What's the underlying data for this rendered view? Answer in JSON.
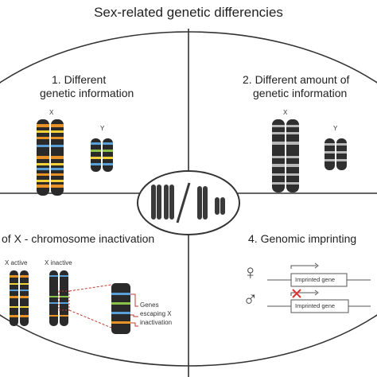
{
  "title": "Sex-related genetic differencies",
  "q1": {
    "line1": "1. Different",
    "line2": "genetic information",
    "x_label": "X",
    "y_label": "Y"
  },
  "q2": {
    "line1": "2. Different amount of",
    "line2": "genetic information",
    "x_label": "X",
    "y_label": "Y"
  },
  "q3": {
    "heading": "of X - chromosome inactivation",
    "x_active": "X active",
    "x_inactive": "X inactive",
    "escape_1": "Genes",
    "escape_2": "escaping X",
    "escape_3": "inactivation"
  },
  "q4": {
    "heading": "4. Genomic imprinting",
    "gene_female": "Imprinted gene",
    "gene_male": "Imprinted gene",
    "female_symbol": "♀",
    "male_symbol": "♂"
  }
}
